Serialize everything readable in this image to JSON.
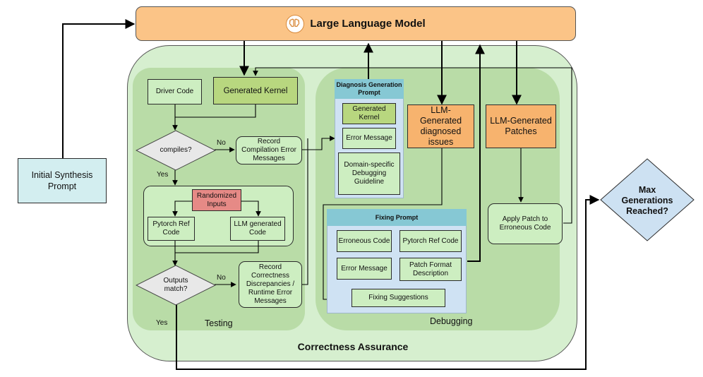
{
  "llm": {
    "title": "Large Language Model",
    "icon": "brain-icon"
  },
  "initial_prompt": "Initial Synthesis Prompt",
  "max_generations": "Max Generations Reached?",
  "correctness_assurance": "Correctness Assurance",
  "testing": {
    "label": "Testing",
    "driver_code": "Driver Code",
    "generated_kernel": "Generated Kernel",
    "compiles": "compiles?",
    "no_1": "No",
    "yes_1": "Yes",
    "record_compilation": "Record Compilation Error Messages",
    "randomized_inputs": "Randomized Inputs",
    "pytorch_ref": "Pytorch Ref Code",
    "llm_generated": "LLM generated Code",
    "outputs_match": "Outputs match?",
    "no_2": "No",
    "yes_2": "Yes",
    "record_correctness": "Record Correctness Discrepancies / Runtime Error Messages"
  },
  "debugging": {
    "label": "Debugging",
    "diag_prompt_title": "Diagnosis Generation Prompt",
    "diag_kernel": "Generated Kernel",
    "diag_error": "Error Message",
    "diag_guideline": "Domain-specific Debugging Guideline",
    "llm_issues": "LLM-Generated diagnosed issues",
    "llm_patches": "LLM-Generated Patches",
    "apply_patch": "Apply Patch to Erroneous Code",
    "fix_prompt_title": "Fixing Prompt",
    "fix_erroneous": "Erroneous Code",
    "fix_pytorch": "Pytorch Ref Code",
    "fix_error": "Error Message",
    "fix_patch_format": "Patch Format Description",
    "fix_suggestions": "Fixing Suggestions"
  },
  "colors": {
    "llm_bar": "#fbc487",
    "outer_green": "#d6efcf",
    "inner_green": "#b9dca7",
    "box_green": "#cdeec1",
    "olive": "#b8d77f",
    "orange": "#f7b36e",
    "red": "#e68a86",
    "prompt_blue": "#cfe2f3",
    "prompt_title_teal": "#86c8d4",
    "diamond_gray": "#e8e8e8",
    "max_gen_blue": "#cde1f2"
  }
}
